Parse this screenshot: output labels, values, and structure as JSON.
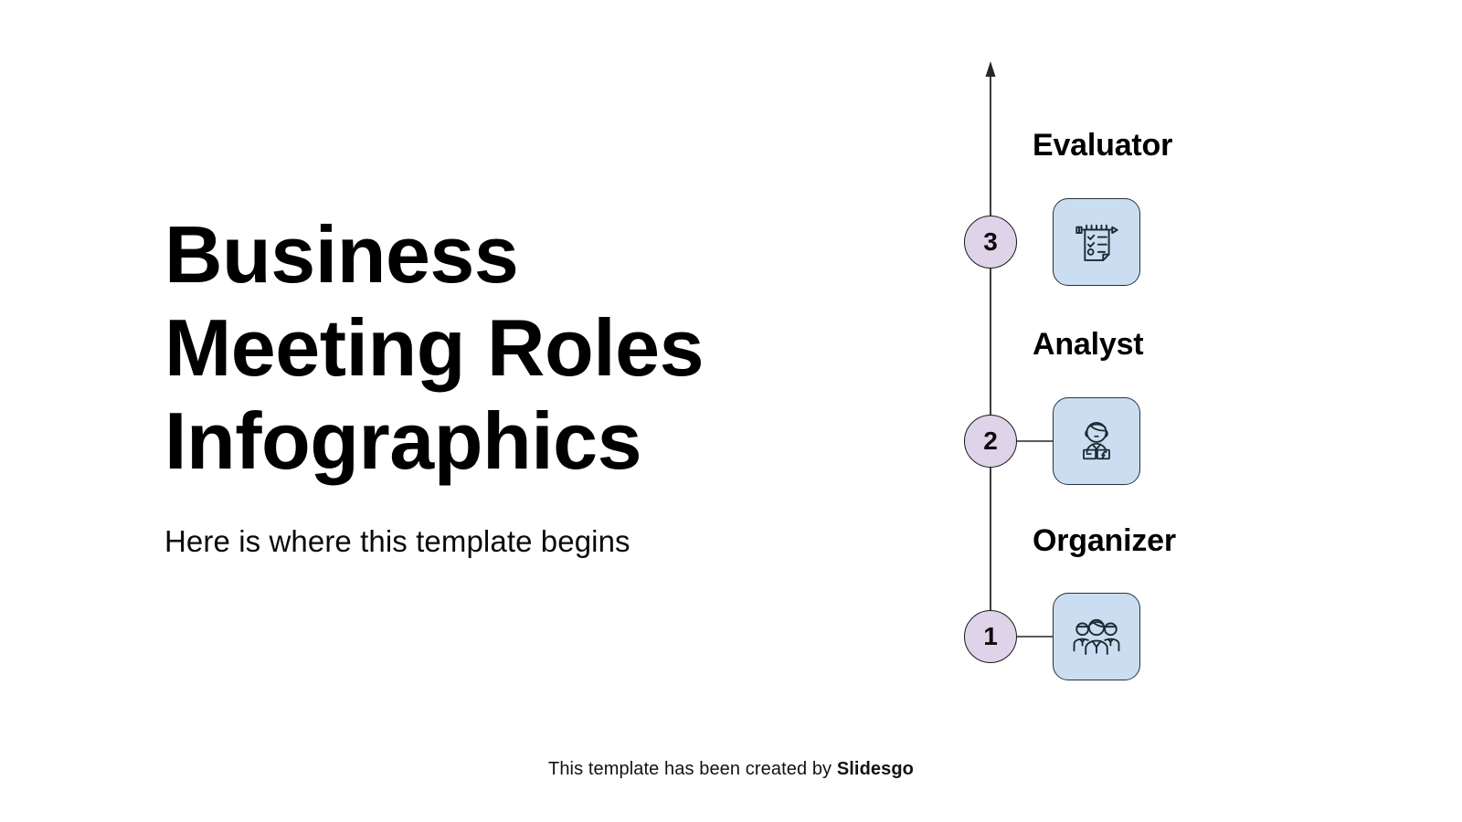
{
  "slide": {
    "title": "Business\nMeeting Roles\nInfographics",
    "subtitle": "Here is where this template begins",
    "footer_text": "This template has been created by ",
    "footer_brand": "Slidesgo",
    "background_color": "#ffffff"
  },
  "timeline": {
    "direction": "upward",
    "axis_color": "#262626",
    "badge_fill": "#DED3E8",
    "icon_box_fill": "#CBDEF1",
    "icon_stroke": "#1c2a33",
    "arrow_icon": "arrow-up-icon",
    "steps": [
      {
        "number": "3",
        "label": "Evaluator",
        "icon": "checklist-clipboard-icon"
      },
      {
        "number": "2",
        "label": "Analyst",
        "icon": "analyst-person-laptop-icon"
      },
      {
        "number": "1",
        "label": "Organizer",
        "icon": "team-group-icon"
      }
    ]
  }
}
